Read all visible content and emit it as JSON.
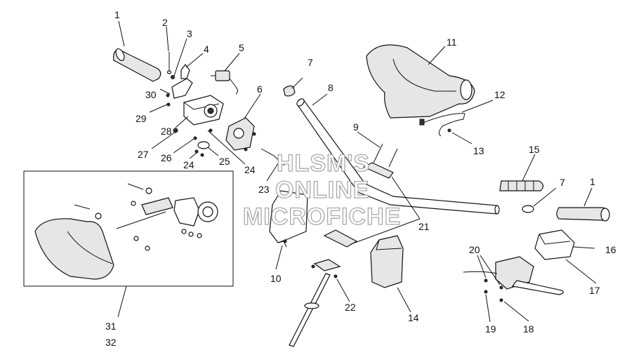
{
  "watermark": {
    "line1": "HLSM'S",
    "line2": "ONLINE",
    "line3": "MICROFICHE"
  },
  "callouts": {
    "c1a": "1",
    "c2": "2",
    "c3": "3",
    "c4": "4",
    "c5": "5",
    "c6": "6",
    "c7a": "7",
    "c8": "8",
    "c9": "9",
    "c10": "10",
    "c11": "11",
    "c12": "12",
    "c13": "13",
    "c14": "14",
    "c15": "15",
    "c16": "16",
    "c17": "17",
    "c18": "18",
    "c19": "19",
    "c20": "20",
    "c21": "21",
    "c22": "22",
    "c23": "23",
    "c24a": "24",
    "c24b": "24",
    "c25": "25",
    "c26": "26",
    "c27": "27",
    "c28": "28",
    "c29": "29",
    "c30": "30",
    "c31": "31",
    "c32": "32",
    "c7b": "7",
    "c1b": "1"
  }
}
